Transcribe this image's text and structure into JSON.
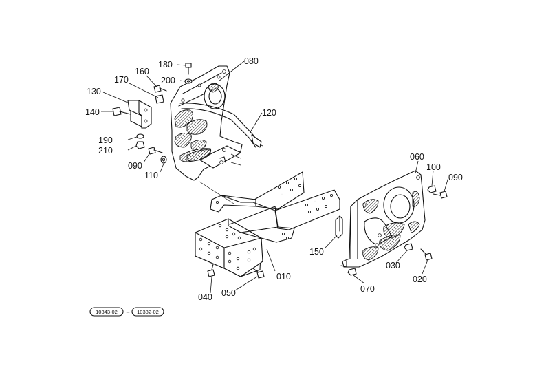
{
  "labels": {
    "p010": "010",
    "p020": "020",
    "p030": "030",
    "p040": "040",
    "p050": "050",
    "p060": "060",
    "p070": "070",
    "p080": "080",
    "p090a": "090",
    "p090b": "090",
    "p100": "100",
    "p110": "110",
    "p120": "120",
    "p130": "130",
    "p140": "140",
    "p150": "150",
    "p160": "160",
    "p170": "170",
    "p180": "180",
    "p190": "190",
    "p200": "200",
    "p210": "210"
  },
  "references": {
    "from": "10343-02",
    "arrow": "→",
    "to": "10382-02"
  }
}
